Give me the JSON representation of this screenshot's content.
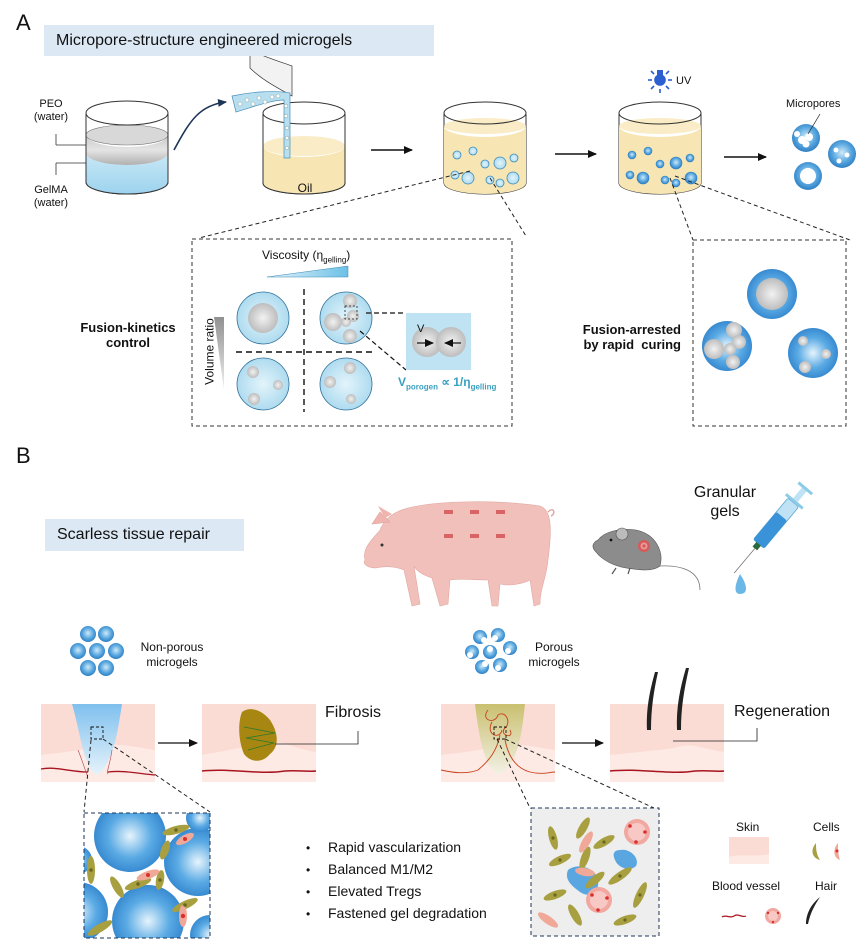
{
  "panel_a": {
    "letter": "A",
    "banner_title": "Micropore-structure engineered microgels",
    "beaker1": {
      "top_label": "PEO\n(water)",
      "top_line1": "PEO",
      "top_line2": "(water)",
      "bottom_line1": "GelMA",
      "bottom_line2": "(water)"
    },
    "beaker2": {
      "label": "Oil"
    },
    "uv_label": "UV",
    "micropores_label": "Micropores",
    "zoom_left": {
      "side_label_line1": "Fusion-kinetics",
      "side_label_line2": "control",
      "top_axis_label": "Viscosity (η",
      "top_axis_sub": "gelling",
      "top_axis_close": ")",
      "left_axis_label": "Volume ratio",
      "inset_velocity": "V",
      "formula_v": "V",
      "formula_v_sub": "porogen",
      "formula_mid": " ∝ 1/η",
      "formula_eta_sub": "gelling"
    },
    "zoom_right": {
      "side_label_line1": "Fusion-arrested",
      "side_label_line2": "by rapid  curing"
    }
  },
  "panel_b": {
    "letter": "B",
    "banner_title": "Scarless tissue repair",
    "granular_line1": "Granular",
    "granular_line2": "gels",
    "nonporous_line1": "Non-porous",
    "nonporous_line2": "microgels",
    "porous_line1": "Porous",
    "porous_line2": "microgels",
    "fibrosis_label": "Fibrosis",
    "regeneration_label": "Regeneration",
    "outcomes": [
      "Rapid vascularization",
      "Balanced M1/M2",
      "Elevated Tregs",
      "Fastened gel degradation"
    ],
    "legend": {
      "skin": "Skin",
      "cells": "Cells",
      "blood_vessel": "Blood vessel",
      "hair": "Hair"
    }
  },
  "colors": {
    "banner": "#dce8f4",
    "gel_blue": "#3a8fd6",
    "light_blue": "#bfe3f2",
    "oil": "#f7e6b4",
    "skin": "#fbdcd4",
    "vessel": "#c0182a",
    "fibrosis": "#a88612",
    "cell_green": "#a8a040",
    "teal_text": "#3aa0c0"
  }
}
